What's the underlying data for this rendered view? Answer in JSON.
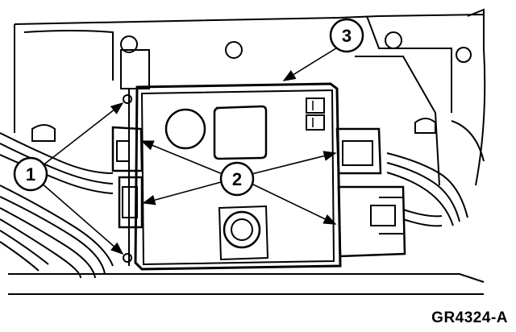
{
  "callouts": [
    {
      "id": "1",
      "label": "1"
    },
    {
      "id": "2",
      "label": "2"
    },
    {
      "id": "3",
      "label": "3"
    }
  ],
  "figure_id": "GR4324-A"
}
